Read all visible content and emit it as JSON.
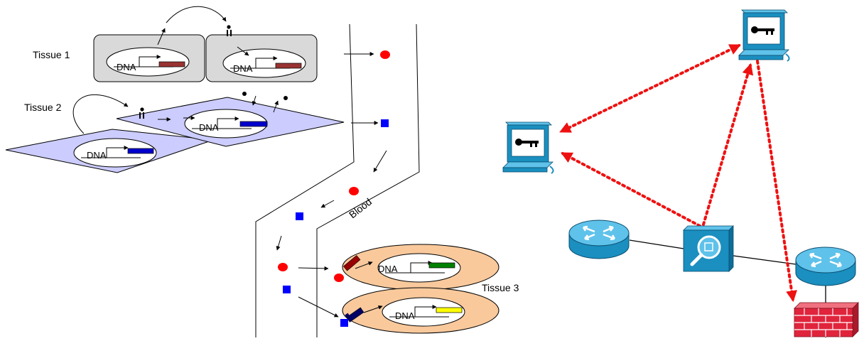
{
  "left_diagram": {
    "tissue1_label": "Tissue 1",
    "tissue2_label": "Tissue 2",
    "tissue3_label": "Tissue 3",
    "blood_label": "Blood",
    "dna_label": "DNA",
    "colors": {
      "hormone_red": "#ff0000",
      "hormone_blue": "#0000ff",
      "tissue1_fill": "#d9d9d9",
      "tissue2_fill": "#ccccff",
      "tissue3_fill": "#f9c99c",
      "gene_maroon": "#993333",
      "gene_blue": "#0000cc",
      "gene_green": "#008000",
      "gene_yellow": "#ffff00"
    }
  },
  "right_diagram": {
    "nodes": [
      {
        "id": "workstation-top",
        "icon": "key-workstation-icon"
      },
      {
        "id": "workstation-left",
        "icon": "key-workstation-icon"
      },
      {
        "id": "router-left",
        "icon": "router-icon"
      },
      {
        "id": "inspector",
        "icon": "magnifier-icon"
      },
      {
        "id": "router-right",
        "icon": "router-icon"
      },
      {
        "id": "firewall",
        "icon": "firewall-icon"
      }
    ],
    "colors": {
      "flow_dotted": "#ee1111",
      "device_blue": "#1a8fc0",
      "firewall_red": "#e0243c"
    }
  }
}
